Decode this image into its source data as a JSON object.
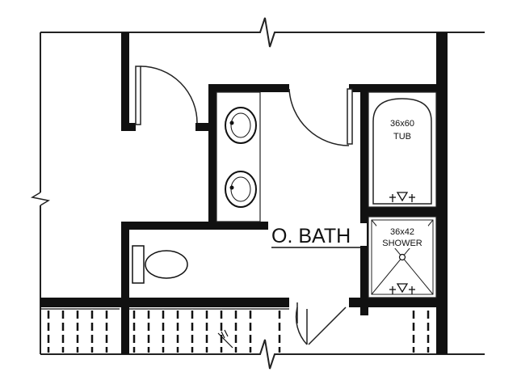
{
  "plan": {
    "room_label": "O. BATH",
    "tub": {
      "size": "36x60",
      "name": "TUB"
    },
    "shower": {
      "size": "36x42",
      "name": "SHOWER"
    }
  },
  "colors": {
    "wall": "#111111",
    "line": "#222222",
    "background": "#ffffff"
  },
  "icons": [
    "sink-icon",
    "toilet-icon",
    "door-swing-icon",
    "valve-icon",
    "drain-icon",
    "break-line-icon",
    "stair-treads"
  ]
}
